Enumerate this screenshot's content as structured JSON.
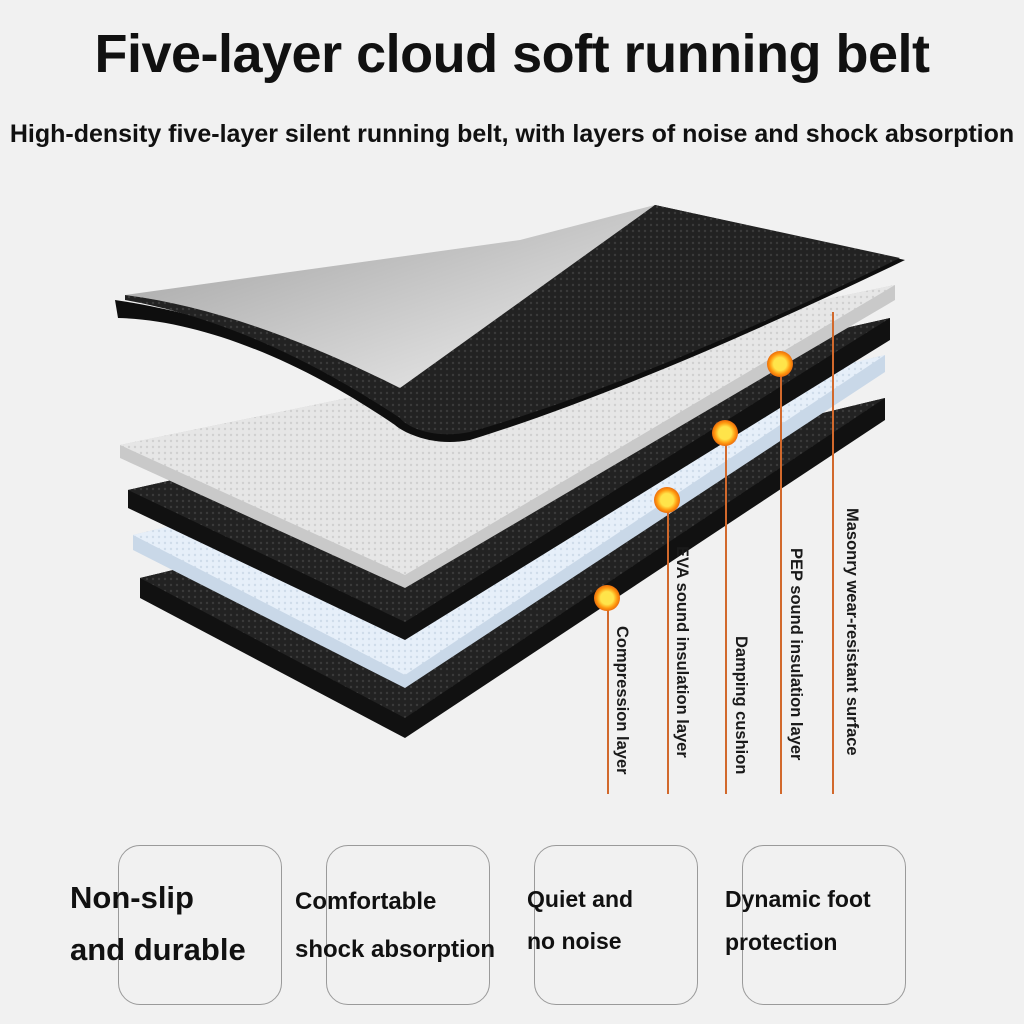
{
  "header": {
    "title": "Five-layer cloud soft running belt",
    "subtitle": "High-density five-layer silent running belt, with layers of noise and shock absorption"
  },
  "layers": [
    {
      "label": "Compression layer"
    },
    {
      "label": "EVA sound insulation layer"
    },
    {
      "label": "Damping cushion"
    },
    {
      "label": "PEP sound insulation layer"
    },
    {
      "label": "Masonry wear-resistant surface"
    }
  ],
  "features": [
    {
      "line1": "Non-slip",
      "line2": "and durable"
    },
    {
      "line1": "Comfortable",
      "line2": "shock absorption"
    },
    {
      "line1": "Quiet and",
      "line2": "no noise"
    },
    {
      "line1": "Dynamic foot",
      "line2": "protection"
    }
  ],
  "colors": {
    "background": "#f1f1f1",
    "accent": "#d2692c",
    "dot": "#ff9a10",
    "belt_dark": "#1e1e1e",
    "belt_white": "#e8e8e8",
    "belt_blue": "#e4eef8"
  }
}
